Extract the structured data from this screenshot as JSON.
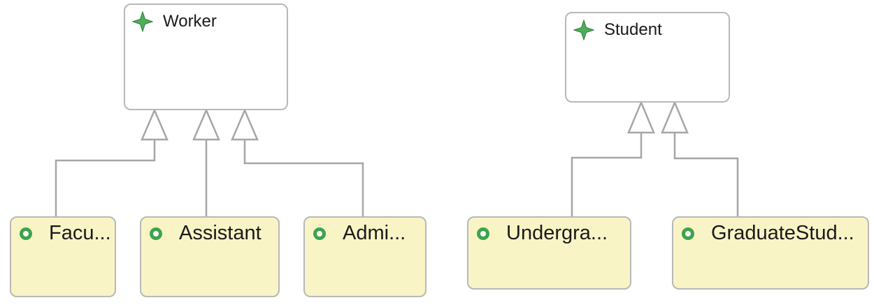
{
  "interfaces": [
    {
      "label": "Worker",
      "icon": "interface-star-icon"
    },
    {
      "label": "Student",
      "icon": "interface-star-icon"
    }
  ],
  "classes": [
    {
      "label": "Facu...",
      "icon": "public-class-circle-icon"
    },
    {
      "label": "Assistant",
      "icon": "public-class-circle-icon"
    },
    {
      "label": "Admi...",
      "icon": "public-class-circle-icon"
    },
    {
      "label": "Undergra...",
      "icon": "public-class-circle-icon"
    },
    {
      "label": "GraduateStud...",
      "icon": "public-class-circle-icon"
    }
  ],
  "colors": {
    "class_fill": "#f8f4c6",
    "interface_fill": "#ffffff",
    "border": "#b8b8b8",
    "edge": "#a6a6a6",
    "icon_green": "#3fa34d"
  }
}
